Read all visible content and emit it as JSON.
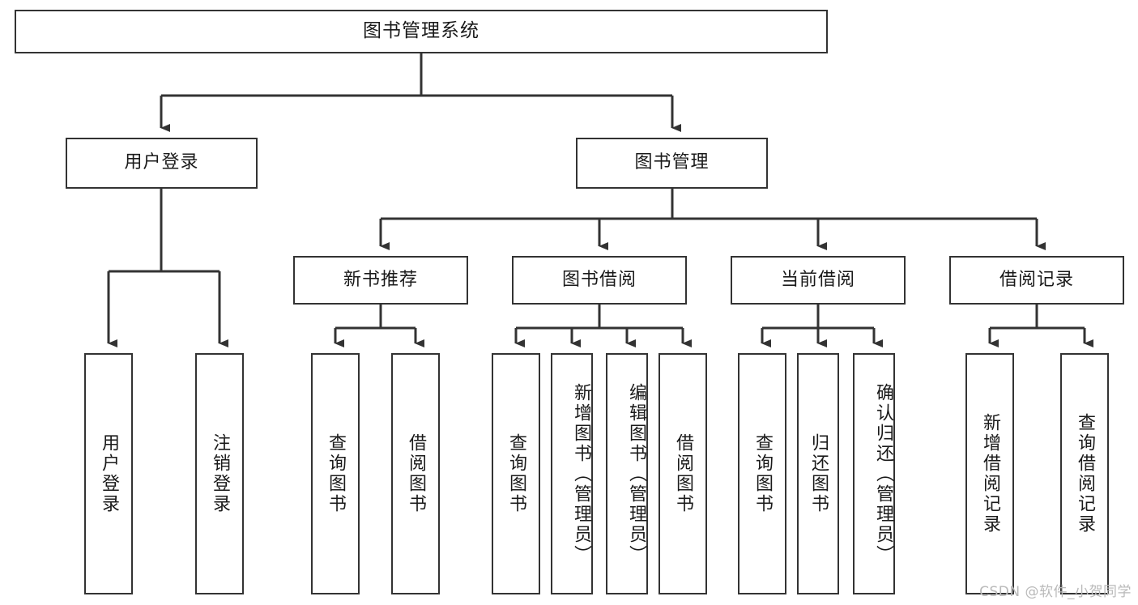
{
  "diagram": {
    "title": "图书管理系统",
    "type": "tree-hierarchy",
    "watermark": "CSDN @软件_小贺同学",
    "colors": {
      "box_border": "#333333",
      "box_fill": "#ffffff",
      "connector": "#333333",
      "text": "#1a1a1a",
      "watermark": "#b9b9b9",
      "background": "#ffffff"
    },
    "levels": {
      "root": {
        "label": "图书管理系统"
      },
      "level2": [
        {
          "id": "user-login",
          "label": "用户登录"
        },
        {
          "id": "book-management",
          "label": "图书管理"
        }
      ],
      "level3": [
        {
          "id": "new-book-recommend",
          "label": "新书推荐",
          "parent": "book-management"
        },
        {
          "id": "book-borrow",
          "label": "图书借阅",
          "parent": "book-management"
        },
        {
          "id": "current-borrow",
          "label": "当前借阅",
          "parent": "book-management"
        },
        {
          "id": "borrow-record",
          "label": "借阅记录",
          "parent": "book-management"
        }
      ],
      "leaves": [
        {
          "id": "leaf-user-login",
          "label": "用户登录",
          "parent": "user-login"
        },
        {
          "id": "leaf-logout-login",
          "label": "注销登录",
          "parent": "user-login"
        },
        {
          "id": "leaf-query-book-1",
          "label": "查询图书",
          "parent": "new-book-recommend"
        },
        {
          "id": "leaf-borrow-book-1",
          "label": "借阅图书",
          "parent": "new-book-recommend"
        },
        {
          "id": "leaf-query-book-2",
          "label": "查询图书",
          "parent": "book-borrow"
        },
        {
          "id": "leaf-add-book-admin",
          "label": "新增图书（管理员）",
          "parent": "book-borrow"
        },
        {
          "id": "leaf-edit-book-admin",
          "label": "编辑图书（管理员）",
          "parent": "book-borrow"
        },
        {
          "id": "leaf-borrow-book-2",
          "label": "借阅图书",
          "parent": "book-borrow"
        },
        {
          "id": "leaf-query-book-3",
          "label": "查询图书",
          "parent": "current-borrow"
        },
        {
          "id": "leaf-return-book",
          "label": "归还图书",
          "parent": "current-borrow"
        },
        {
          "id": "leaf-confirm-return-admin",
          "label": "确认归还（管理员）",
          "parent": "current-borrow"
        },
        {
          "id": "leaf-add-borrow-record",
          "label": "新增借阅记录",
          "parent": "borrow-record"
        },
        {
          "id": "leaf-query-borrow-record",
          "label": "查询借阅记录",
          "parent": "borrow-record"
        }
      ]
    }
  }
}
